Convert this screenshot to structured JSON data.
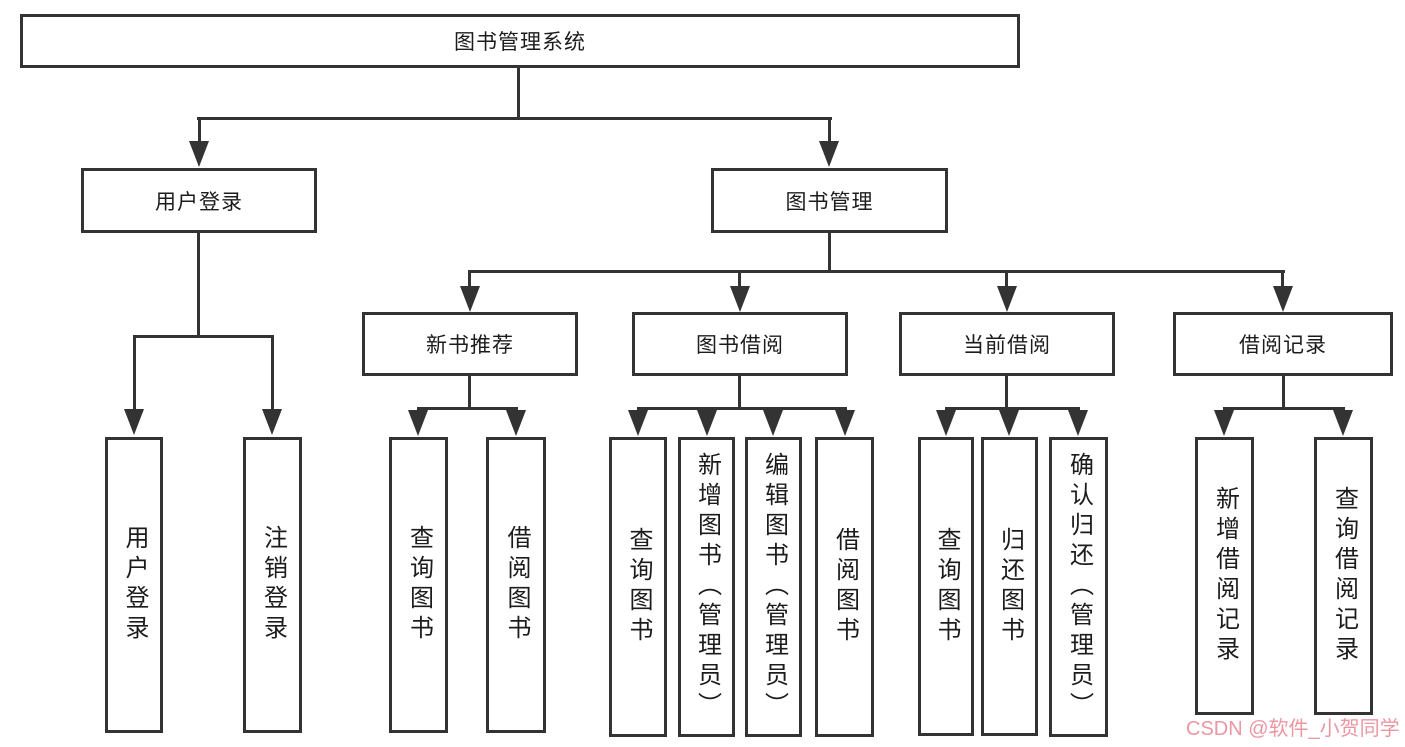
{
  "tree": {
    "root": {
      "label": "图书管理系统"
    },
    "branches": [
      {
        "label": "用户登录",
        "children": [
          {
            "label": "用户登录"
          },
          {
            "label": "注销登录"
          }
        ]
      },
      {
        "label": "图书管理",
        "children": [
          {
            "label": "新书推荐",
            "children": [
              {
                "label": "查询图书"
              },
              {
                "label": "借阅图书"
              }
            ]
          },
          {
            "label": "图书借阅",
            "children": [
              {
                "label": "查询图书"
              },
              {
                "label": "新增图书（管理员）"
              },
              {
                "label": "编辑图书（管理员）"
              },
              {
                "label": "借阅图书"
              }
            ]
          },
          {
            "label": "当前借阅",
            "children": [
              {
                "label": "查询图书"
              },
              {
                "label": "归还图书"
              },
              {
                "label": "确认归还（管理员）"
              }
            ]
          },
          {
            "label": "借阅记录",
            "children": [
              {
                "label": "新增借阅记录"
              },
              {
                "label": "查询借阅记录"
              }
            ]
          }
        ]
      }
    ]
  },
  "watermark": {
    "text": "CSDN @软件_小贺同学"
  },
  "colors": {
    "line": "#333333",
    "box_fill": "#ffffff",
    "text": "#1c1c1c",
    "watermark": "#eb96a3"
  }
}
